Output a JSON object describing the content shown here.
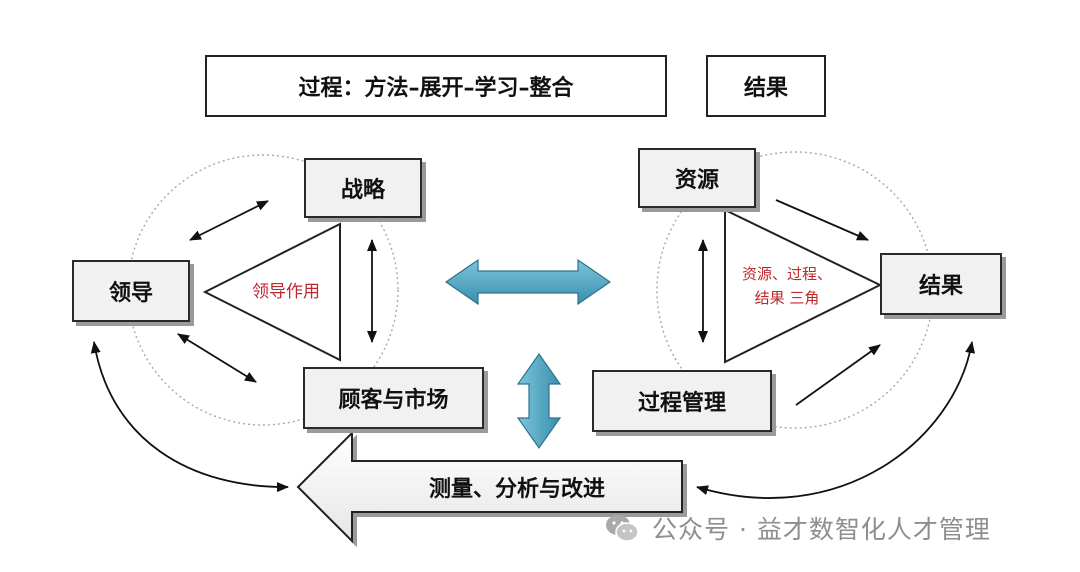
{
  "header": {
    "process_label": "过程：方法–展开–学习–整合",
    "result_label": "结果"
  },
  "left_cluster": {
    "strategy": "战略",
    "leadership": "领导",
    "customers_markets": "顾客与市场",
    "triangle_label": "领导作用"
  },
  "right_cluster": {
    "resources": "资源",
    "process_management": "过程管理",
    "results": "结果",
    "triangle_label_line1": "资源、过程、",
    "triangle_label_line2": "结果 三角"
  },
  "bottom": {
    "measurement_label": "测量、分析与改进"
  },
  "watermark": {
    "text": "公众号 · 益才数智化人才管理",
    "icon": "wechat-icon"
  },
  "colors": {
    "triangle_text": "#c0282d",
    "teal_arrow": "#4aa3c0",
    "box_fill": "#f1f1f1",
    "box_shadow": "#9a9a9a",
    "watermark": "#8e8e8e"
  }
}
